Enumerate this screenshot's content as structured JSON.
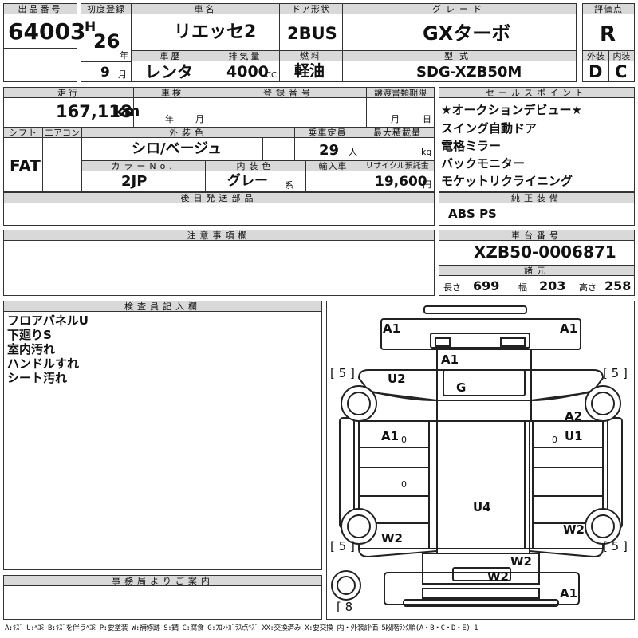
{
  "header": {
    "lot_no_label": "出品番号",
    "lot_no": "64003",
    "reg_label": "初度登録",
    "era": "H",
    "year": "26",
    "year_unit": "年",
    "month": "9",
    "month_unit": "月",
    "car_name_label": "車名",
    "car_name": "リエッセ2",
    "door_label": "ドア形状",
    "door": "2BUS",
    "grade_label": "グレード",
    "grade": "GXターボ",
    "score_label": "評価点",
    "score": "R",
    "history_label": "車歴",
    "history": "レンタ",
    "displacement_label": "排気量",
    "displacement": "4000",
    "displacement_unit": "CC",
    "fuel_label": "燃料",
    "fuel": "軽油",
    "model_label": "型式",
    "model": "SDG-XZB50M",
    "ext_label": "外装",
    "ext_grade": "D",
    "int_label": "内装",
    "int_grade": "C"
  },
  "row2": {
    "mileage_label": "走行",
    "mileage": "167,118",
    "mileage_unit": "km",
    "inspection_label": "車検",
    "insp_year_unit": "年",
    "insp_month_unit": "月",
    "reg_no_label": "登録番号",
    "transfer_label": "譲渡書類期限",
    "transfer_month_unit": "月",
    "transfer_day_unit": "日",
    "shift_label": "シフト",
    "shift": "FAT",
    "ac_label": "エアコン",
    "color_label": "外装色",
    "color": "シロ/ベージュ",
    "capacity_label": "乗車定員",
    "capacity": "29",
    "capacity_unit": "人",
    "load_label": "最大積載量",
    "load_unit": "kg",
    "color_no_label": "カラーNo.",
    "color_no": "2JP",
    "interior_color_label": "内装色",
    "interior_color": "グレー",
    "interior_color_unit": "系",
    "import_label": "輸入車",
    "recycle_label": "リサイクル預託金",
    "recycle": "19,600",
    "recycle_unit": "円"
  },
  "sales_points": {
    "label": "セールスポイント",
    "items": [
      "★オークションデビュー★",
      "スイング自動ドア",
      "電格ミラー",
      "バックモニター",
      "モケットリクライニング"
    ]
  },
  "later_parts_label": "後日発送部品",
  "options": {
    "label": "純正装備",
    "value": "ABS PS"
  },
  "notes_label": "注意事項欄",
  "chassis": {
    "label": "車台番号",
    "value": "XZB50-0006871",
    "dims_label": "諸元",
    "length_label": "長さ",
    "length": "699",
    "width_label": "幅",
    "width": "203",
    "height_label": "高さ",
    "height": "258"
  },
  "inspector": {
    "label": "検査員記入欄",
    "lines": [
      "フロアパネルU",
      "下廻りS",
      "室内汚れ",
      "ハンドルすれ",
      "シート汚れ"
    ]
  },
  "office_label": "事務局よりご案内",
  "diagram": {
    "tire_fl": "5",
    "tire_fr": "5",
    "tire_rl": "5",
    "tire_rr": "5",
    "tire_spare": "8",
    "marks": {
      "front_bumper_l": "A1",
      "front_bumper_r": "A1",
      "hood": "A1",
      "windshield": "G",
      "front_left": "U2",
      "right_front": "A2",
      "right_mid": "U1",
      "left_mid": "A1",
      "left_zero": "0",
      "right_zero": "0",
      "mid_zero": "0",
      "roof": "U4",
      "left_rear": "W2",
      "right_rear": "W2",
      "rear_upper": "W2",
      "rear_lower": "W2",
      "rear_bumper": "A1"
    }
  },
  "legend": "A:ｷｽﾞ U:ﾍｺﾐ B:ｷｽﾞを伴うﾍｺﾐ P:要塗装 W:補修跡 S:錆 C:腐食 G:ﾌﾛﾝﾄｶﾞﾗｽ点ｷｽﾞ XX:交換済み X:要交換 内・外装評価 5段階ﾗﾝｸ順(A・B・C・D・E) 1"
}
